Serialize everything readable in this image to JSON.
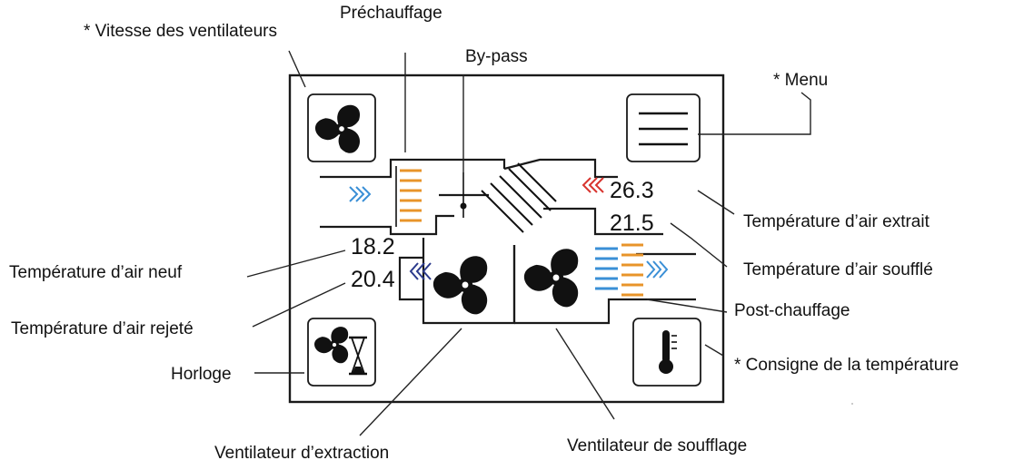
{
  "labels": {
    "fan_speed": "* Vitesse des ventilateurs",
    "preheat": "Préchauffage",
    "bypass": "By-pass",
    "menu": "* Menu",
    "extract_air_temp": "Température d’air extrait",
    "supply_air_temp": "Température d’air soufflé",
    "post_heat": "Post-chauffage",
    "fresh_air_temp": "Température d’air neuf",
    "exhaust_air_temp": "Température d’air rejeté",
    "clock": "Horloge",
    "temp_setpoint": "* Consigne de la température",
    "extract_fan": "Ventilateur d’extraction",
    "supply_fan": "Ventilateur de soufflage"
  },
  "readings": {
    "extract_air": "26.3",
    "supply_air": "21.5",
    "fresh_air": "18.2",
    "exhaust_air": "20.4"
  },
  "icons": {
    "fan_speed_button": "fan-icon",
    "menu_button": "hamburger-menu-icon",
    "clock_button": "fan-hourglass-icon",
    "setpoint_button": "thermometer-icon"
  },
  "colors": {
    "heater_orange": "#e8942a",
    "cold_blue": "#3a8fd6",
    "warm_red": "#d8352f",
    "exhaust_navy": "#2b3a8c"
  }
}
